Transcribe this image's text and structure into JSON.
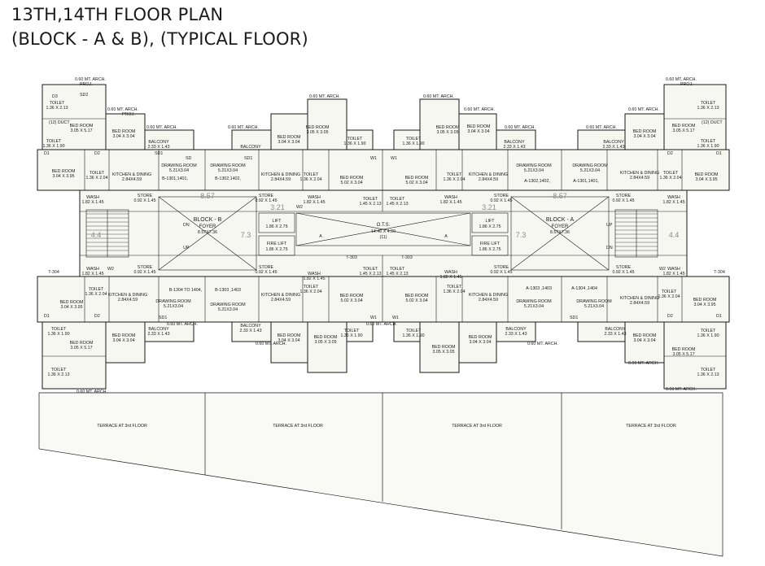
{
  "title": {
    "line1": "13TH,14TH FLOOR PLAN",
    "line2": "(BLOCK - A & B), (TYPICAL FLOOR)"
  },
  "blocks": {
    "b": {
      "name": "BLOCK - B",
      "foyer": "FOYER",
      "size": "8.57X7.36"
    },
    "a": {
      "name": "BLOCK - A",
      "foyer": "FOYER",
      "size": "8.57X7.36"
    }
  },
  "ots": {
    "name": "O.T.S.",
    "size": "14.46 X 4.20",
    "num": "(11)"
  },
  "lift": {
    "name": "LIFT",
    "size": "1.86 X 2.75"
  },
  "fire_lift": {
    "name": "FIRE LIFT",
    "size": "1.86 X 2.75"
  },
  "rooms": {
    "bed_a": {
      "name": "BED ROOM",
      "size": "3.05 X 5.17"
    },
    "bed_b": {
      "name": "BED ROOM",
      "size": "3.04 X 3.04"
    },
    "bed_c": {
      "name": "BED ROOM",
      "size": "3.05 X 3.05"
    },
    "bed_d": {
      "name": "BED ROOM",
      "size": "3.04 X 3.95"
    },
    "bed_e": {
      "name": "BED ROOM",
      "size": "5.02 X 3.04"
    },
    "drawing": {
      "name": "DRAWING ROOM",
      "size": "5.21X3.04"
    },
    "kitchen": {
      "name": "KITCHEN & DINING",
      "size": "2.84X4.59"
    },
    "balcony": {
      "name": "BALCONY",
      "size": "2.33 X 1.43"
    },
    "toilet_a": {
      "name": "TOILET",
      "size": "1.36 X 2.13"
    },
    "toilet_b": {
      "name": "TOILET",
      "size": "1.36 X 1.90"
    },
    "toilet_c": {
      "name": "TOILET",
      "size": "1.36 X 2.04"
    },
    "toilet_d": {
      "name": "TOILET",
      "size": "1.45 X 2.13"
    },
    "wash": {
      "name": "WASH",
      "size": "1.82 X 1.45"
    },
    "store": {
      "name": "STORE",
      "size": "0.92 X 1.45"
    }
  },
  "flats": {
    "b_top_left": "B-1301,1401,",
    "b_top_right": "B-1302,1402,",
    "a_top_left": "A-1302,1402,",
    "a_top_right": "A-1301,1401,",
    "b_bot_left": "B-1304 TO 1404,",
    "b_bot_right": "B-1303 ,1403",
    "a_bot_left": "A-1303 ,1403",
    "a_bot_right": "A-1304 ,1404"
  },
  "labels": {
    "arch": "0.60 MT. ARCH.",
    "proj": "PROJ.",
    "terrace": "TERRACE AT 3rd FLOOR",
    "t303": "T-303",
    "t304": "T-304",
    "dn": "DN",
    "up": "UP",
    "dim_857": "8.57",
    "dim_73": "7.3",
    "dim_44": "4.4",
    "dim_321": "3.21",
    "circle_a": "A",
    "d1": "D1",
    "d2": "D2",
    "d3": "D3",
    "sd": "SD",
    "sd1": "SD1",
    "sd2": "SD2",
    "w1": "W1",
    "w2": "W2",
    "duct": "(12) DUCT"
  },
  "colors": {
    "line": "#1a1a1a",
    "fill": "#f7f7f2",
    "terrace": "#f9f9f6",
    "grey": "#8a8a8a"
  }
}
